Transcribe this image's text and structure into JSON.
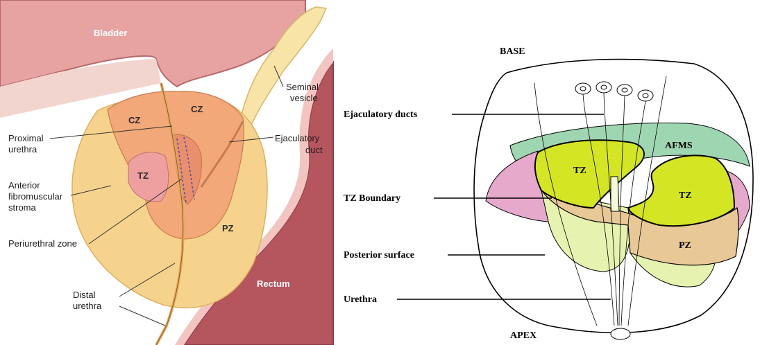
{
  "left_panel": {
    "labels": {
      "bladder": "Bladder",
      "seminal_vesicle_1": "Seminal",
      "seminal_vesicle_2": "vesicle",
      "ejaculatory_duct_1": "Ejaculatory",
      "ejaculatory_duct_2": "duct",
      "proximal_urethra_1": "Proximal",
      "proximal_urethra_2": "urethra",
      "anterior_stroma_1": "Anterior",
      "anterior_stroma_2": "fibromuscular",
      "anterior_stroma_3": "stroma",
      "periurethral_zone": "Periurethral zone",
      "distal_urethra_1": "Distal",
      "distal_urethra_2": "urethra",
      "rectum": "Rectum",
      "cz_left": "CZ",
      "cz_right": "CZ",
      "tz": "TZ",
      "pz": "PZ"
    }
  },
  "right_panel": {
    "labels": {
      "base": "BASE",
      "apex": "APEX",
      "ejaculatory_ducts": "Ejaculatory ducts",
      "tz_boundary": "TZ Boundary",
      "posterior_surface": "Posterior surface",
      "urethra": "Urethra",
      "afms": "AFMS",
      "tz_left": "TZ",
      "tz_right": "TZ",
      "pz": "PZ"
    }
  },
  "colors": {
    "bladder": "#e6a3a1",
    "rectum": "#b5555e",
    "capsule": "#f6d38d",
    "zone_orange": "#f2a878",
    "tz_pink": "#ee9fa0",
    "seminal": "#f7e4a6",
    "afms_green": "#9fd6b2",
    "tz_yellow": "#d4e623",
    "pz_tan": "#e8c896",
    "pink_side": "#e6a9cb",
    "apex_green": "#e6f2b0"
  }
}
